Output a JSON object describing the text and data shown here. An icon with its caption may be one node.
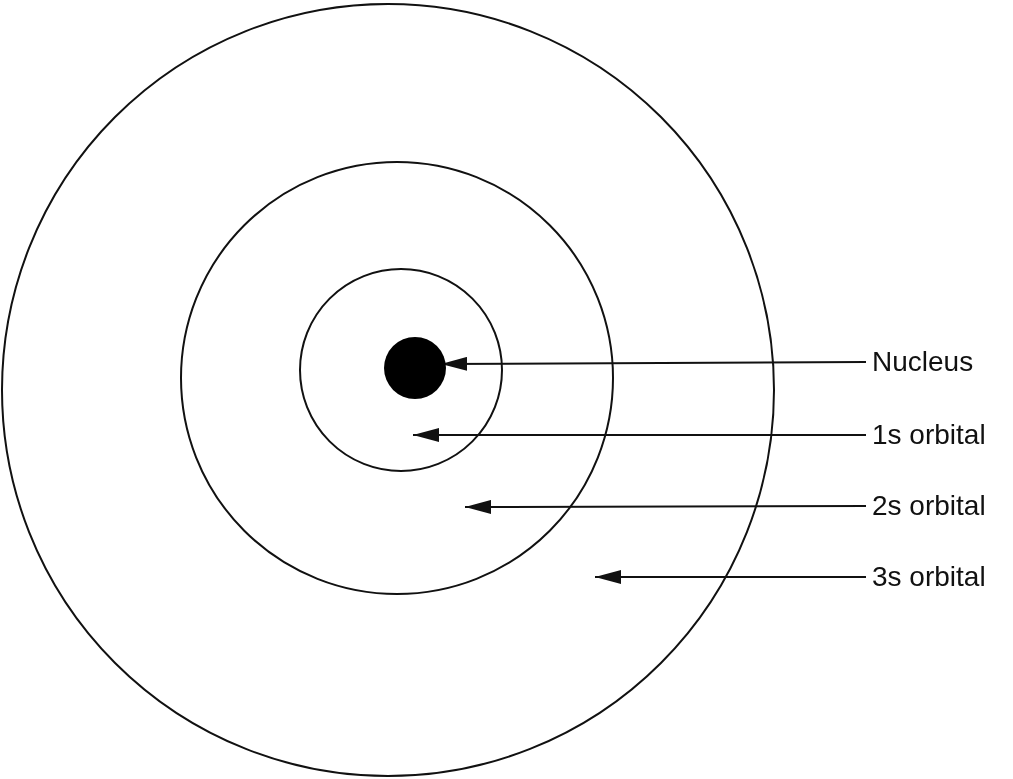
{
  "diagram": {
    "nodes": [
      {
        "text": [],
        "shape": "circle"
      },
      {
        "text": [],
        "shape": "circle",
        "in": 0
      },
      {
        "text": [],
        "shape": "circle",
        "in": 1
      },
      {
        "text": [],
        "shape": "dot",
        "in": 2
      },
      {
        "text": [
          "Nucleus"
        ]
      },
      {
        "text": [
          "1s orbital"
        ]
      },
      {
        "text": [
          "2s orbital"
        ]
      },
      {
        "text": [
          "3s orbital"
        ]
      }
    ],
    "edges": [
      {
        "from": 4,
        "to": 3,
        "arrow": "to"
      },
      {
        "from": 5,
        "to": 2,
        "arrow": "to"
      },
      {
        "from": 6,
        "to": 1,
        "arrow": "to"
      },
      {
        "from": 7,
        "to": 0,
        "arrow": "to"
      }
    ]
  }
}
